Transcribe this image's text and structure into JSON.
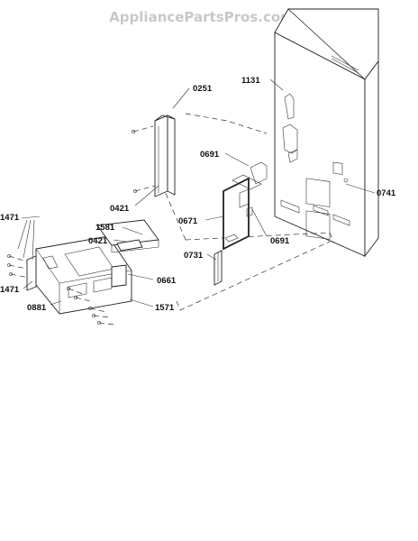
{
  "watermark": "AppliancePartsPros.com",
  "callouts": {
    "c1131": "1131",
    "c0251": "0251",
    "c0691a": "0691",
    "c0741": "0741",
    "c0421a": "0421",
    "c0671": "0671",
    "c0691b": "0691",
    "c1471a": "1471",
    "c1581": "1581",
    "c0421b": "0421",
    "c0731": "0731",
    "c0661": "0661",
    "c1471b": "1471",
    "c0881": "0881",
    "c1571": "1571"
  }
}
